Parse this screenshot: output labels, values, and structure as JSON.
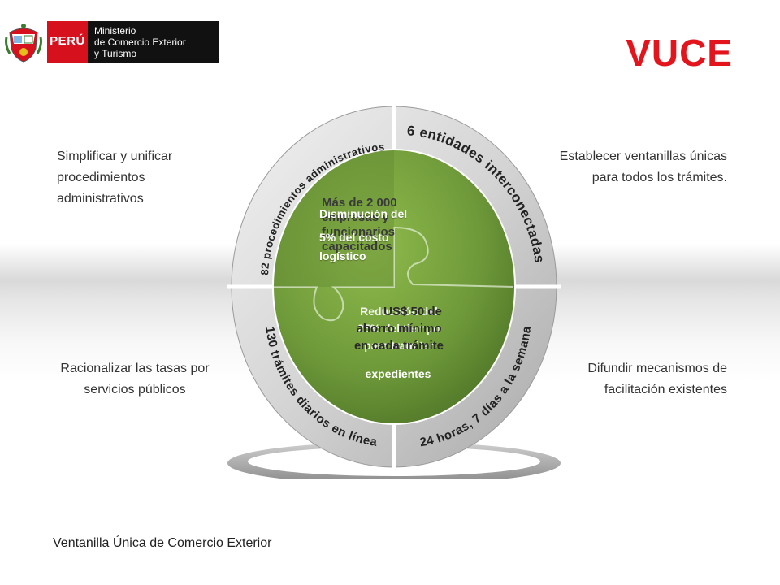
{
  "header": {
    "country": "PERÚ",
    "ministry": [
      "Ministerio",
      "de Comercio Exterior",
      "y Turismo"
    ],
    "title": "VUCE"
  },
  "objectives": {
    "top_left": "Simplificar y unificar procedimientos administrativos",
    "top_right": "Establecer ventanillas únicas para todos los trámites.",
    "bottom_left": "Racionalizar las tasas por servicios públicos",
    "bottom_right": "Difundir mecanismos de facilitación existentes"
  },
  "ring": {
    "top_left": "82 procedimientos administrativos",
    "top_right": "6 entidades interconectadas",
    "bottom_right": "24 horas, 7 días a la semana",
    "bottom_left": "130 trámites diarios en línea"
  },
  "puzzle": {
    "q1_dark": [
      "Más de 2 000",
      "empresas y",
      "funcionarios",
      "capacitados"
    ],
    "q1_light": [
      "Disminución del",
      "5% del costo",
      "logístico"
    ],
    "q3_light": [
      "Reducción del",
      "25% del tiempo",
      "para tramitar"
    ],
    "q3_dark": [
      "US$ 50 de",
      "ahorro mínimo",
      "en cada trámite"
    ],
    "q4": "expedientes"
  },
  "footer": "Ventanilla Única de Comercio Exterior",
  "colors": {
    "title": "#e3141b",
    "puzzle_green": "#6f9a3a",
    "logo_red": "#d7101e"
  }
}
